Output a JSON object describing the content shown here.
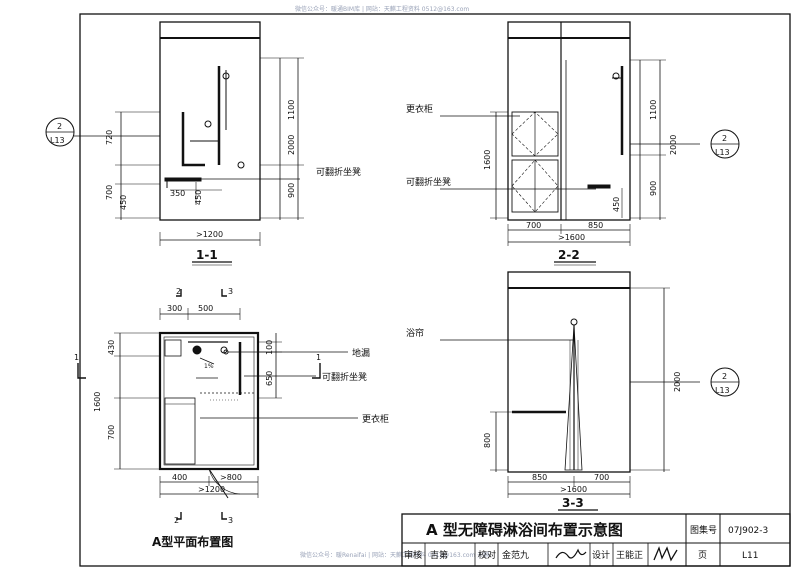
{
  "watermark_top": "微信公众号：暖通BIM库 | 网站：天麒工程资料 0512@163.com",
  "watermark_bottom": "微信公众号：暖Renaifai | 网站：天麒工程资料 0512@163.com 天麒",
  "view_1_1": {
    "title": "1-1",
    "dims_left": [
      "720",
      "700",
      "450"
    ],
    "dims_right": [
      "1100",
      "2000",
      "900"
    ],
    "dims_bottom_inner": [
      "350",
      "450"
    ],
    "width_dim": ">1200",
    "callout_top": "2",
    "callout_bottom": "L13",
    "label_seat": "可翻折坐凳"
  },
  "view_2_2": {
    "title": "2-2",
    "label_locker": "更衣柜",
    "label_seat": "可翻折坐凳",
    "dim_left": "1600",
    "dims_right": [
      "1100",
      "2000",
      "900"
    ],
    "dim_inner": "450",
    "dims_bottom": [
      "700",
      "850"
    ],
    "width_dim": ">1600",
    "callout_top": "2",
    "callout_bottom": "L13"
  },
  "view_plan": {
    "title": "A型平面布置图",
    "dims_top": [
      "300",
      "500"
    ],
    "dims_left": [
      "430",
      "1600",
      "700"
    ],
    "dims_right": [
      "100",
      "650"
    ],
    "dims_bottom": [
      "400",
      ">800"
    ],
    "width_dim": ">1200",
    "slope": "1%",
    "sec_1": "1",
    "sec_2": "2",
    "sec_3": "3",
    "label_drain": "地漏",
    "label_seat": "可翻折坐凳",
    "label_locker": "更衣柜"
  },
  "view_3_3": {
    "title": "3-3",
    "label_curtain": "浴帘",
    "dim_left": "800",
    "dim_right": "2000",
    "dims_bottom": [
      "850",
      "700"
    ],
    "width_dim": ">1600",
    "callout_top": "2",
    "callout_bottom": "L13"
  },
  "title_block": {
    "title": "A 型无障碍淋浴间布置示意图",
    "atlas_label": "图集号",
    "atlas_no": "07J902-3",
    "review_label": "审核",
    "reviewer": "吉第",
    "check_label": "校对",
    "checker": "金范九",
    "design_label": "设计",
    "designer": "王能正",
    "page_label": "页",
    "page_no": "L11"
  }
}
